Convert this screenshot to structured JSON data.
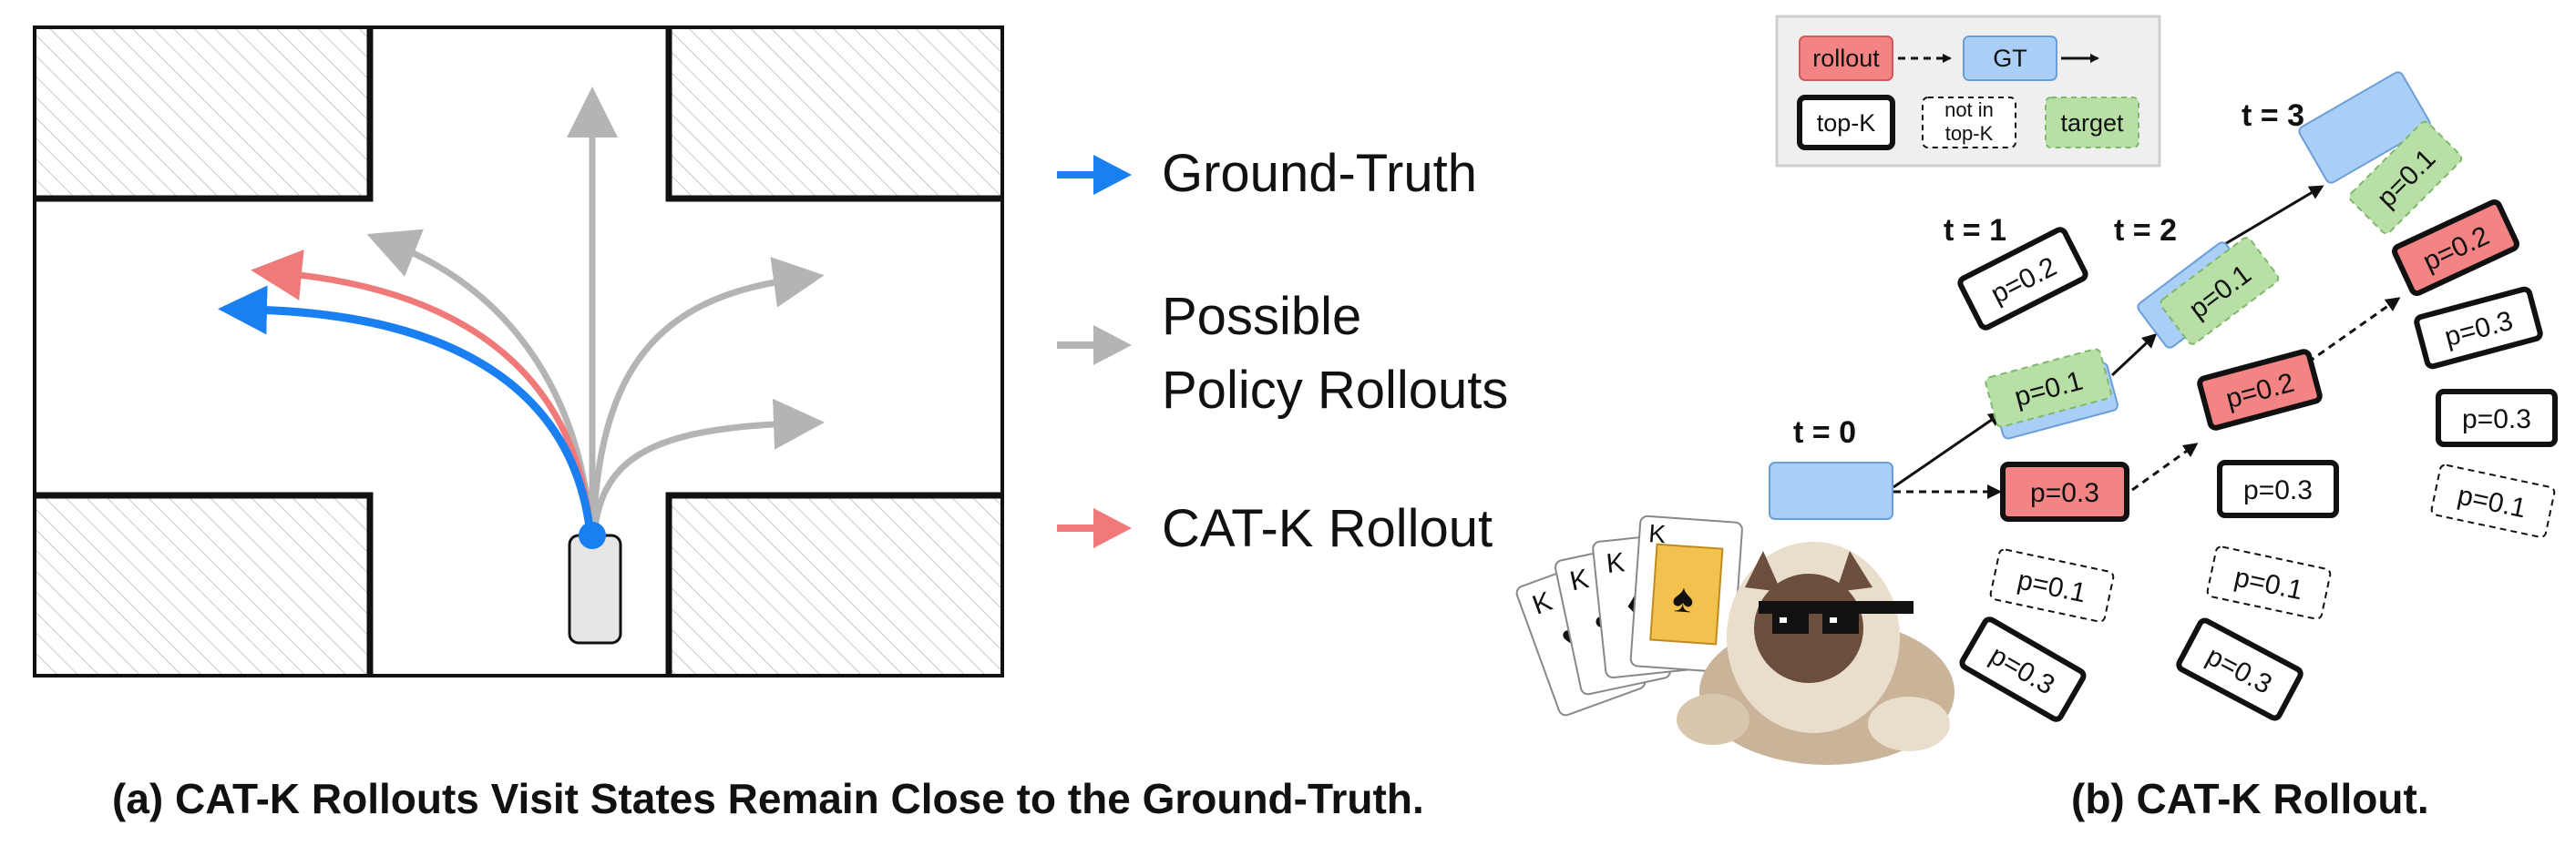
{
  "left_panel": {
    "legend": {
      "ground_truth": "Ground-Truth",
      "possible_line1": "Possible",
      "possible_line2": "Policy Rollouts",
      "catk": "CAT-K Rollout"
    },
    "caption": "(a) CAT-K Rollouts Visit States Remain Close to the Ground-Truth."
  },
  "right_panel": {
    "key": {
      "rollout": "rollout",
      "gt": "GT",
      "topk": "top-K",
      "not_in_line1": "not in",
      "not_in_line2": "top-K",
      "target": "target"
    },
    "time_labels": [
      "t = 0",
      "t = 1",
      "t = 2",
      "t = 3"
    ],
    "probs": {
      "t1_top": "p=0.2",
      "t1_target": "p=0.1",
      "t1_rollout": "p=0.3",
      "t1_notin": "p=0.1",
      "t1_bottom": "p=0.3",
      "t2_target": "p=0.1",
      "t2_rollout": "p=0.2",
      "t2_topk": "p=0.3",
      "t2_notin": "p=0.1",
      "t2_bottom": "p=0.3",
      "t3_target": "p=0.1",
      "t3_rollout": "p=0.2",
      "t3_topk1": "p=0.3",
      "t3_topk2": "p=0.3",
      "t3_notin": "p=0.1"
    },
    "caption": "(b) CAT-K Rollout."
  },
  "colors": {
    "gt_blue": "#1a7ff0",
    "catk_red": "#f07a7a",
    "gray": "#b4b4b4",
    "rollout_fill": "#f48484",
    "gt_fill": "#a9cff7",
    "target_fill": "#b8e0a6"
  }
}
